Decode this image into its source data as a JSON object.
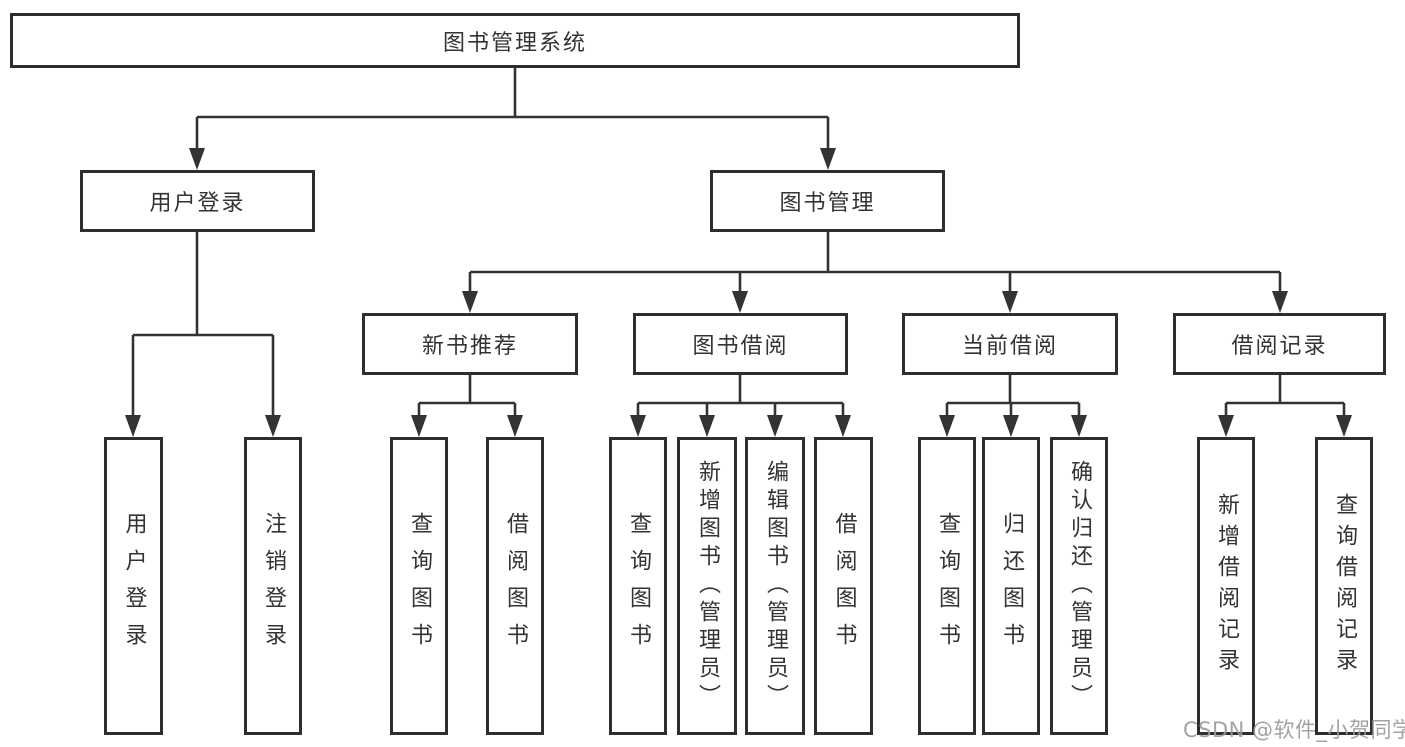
{
  "diagram": {
    "title": "图书管理系统",
    "branches": [
      {
        "label": "用户登录",
        "children": [
          {
            "label": "用户登录"
          },
          {
            "label": "注销登录"
          }
        ]
      },
      {
        "label": "图书管理",
        "children": [
          {
            "label": "新书推荐",
            "children": [
              {
                "label": "查询图书"
              },
              {
                "label": "借阅图书"
              }
            ]
          },
          {
            "label": "图书借阅",
            "children": [
              {
                "label": "查询图书"
              },
              {
                "label": "新增图书（管理员）"
              },
              {
                "label": "编辑图书（管理员）"
              },
              {
                "label": "借阅图书"
              }
            ]
          },
          {
            "label": "当前借阅",
            "children": [
              {
                "label": "查询图书"
              },
              {
                "label": "归还图书"
              },
              {
                "label": "确认归还（管理员）"
              }
            ]
          },
          {
            "label": "借阅记录",
            "children": [
              {
                "label": "新增借阅记录"
              },
              {
                "label": "查询借阅记录"
              }
            ]
          }
        ]
      }
    ]
  },
  "watermark": "CSDN @软件_小贺同学",
  "colors": {
    "line": "#333333",
    "box_border": "#2e2e2e",
    "text": "#333333",
    "watermark": "#9b9b9b",
    "background": "#ffffff"
  }
}
